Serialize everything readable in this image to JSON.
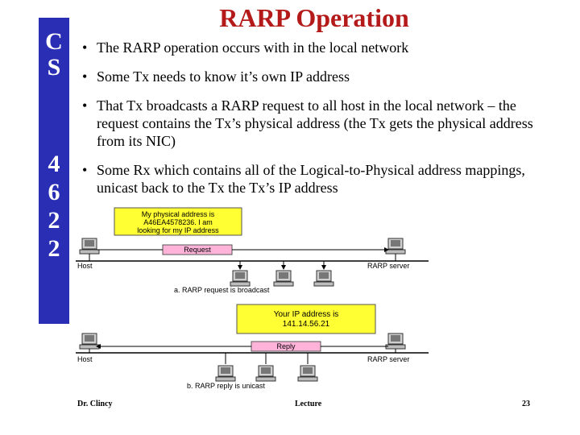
{
  "slide": {
    "title": "RARP Operation",
    "sidebar_letters": [
      "C",
      "S",
      "4",
      "6",
      "2",
      "2"
    ],
    "bullets": [
      "The RARP operation occurs with in the local network",
      "Some Tx needs to know it’s own IP address",
      "That Tx broadcasts a RARP request to all host in the local network – the request contains the Tx’s physical address (the Tx gets the physical address from its NIC)",
      "Some Rx which contains all of the Logical-to-Physical address mappings, unicast back to the Tx the Tx’s IP address"
    ],
    "colors": {
      "title": "#b51a1a",
      "sidebar": "#2a2eb4",
      "callout": "#ffff33",
      "packet": "#ffb3d9"
    }
  },
  "diagram": {
    "top": {
      "callout_line1": "My physical address is",
      "callout_line2": "A46EA4578236. I am",
      "callout_line3": "looking for my IP address",
      "packet_label": "Request",
      "host_label": "Host",
      "server_label": "RARP server",
      "caption": "a. RARP request is broadcast"
    },
    "bottom": {
      "callout_line1": "Your IP address is",
      "callout_line2": "141.14.56.21",
      "packet_label": "Reply",
      "host_label": "Host",
      "server_label": "RARP server",
      "caption": "b. RARP reply is unicast"
    }
  },
  "footer": {
    "author": "Dr. Clincy",
    "type": "Lecture",
    "page": "23"
  }
}
